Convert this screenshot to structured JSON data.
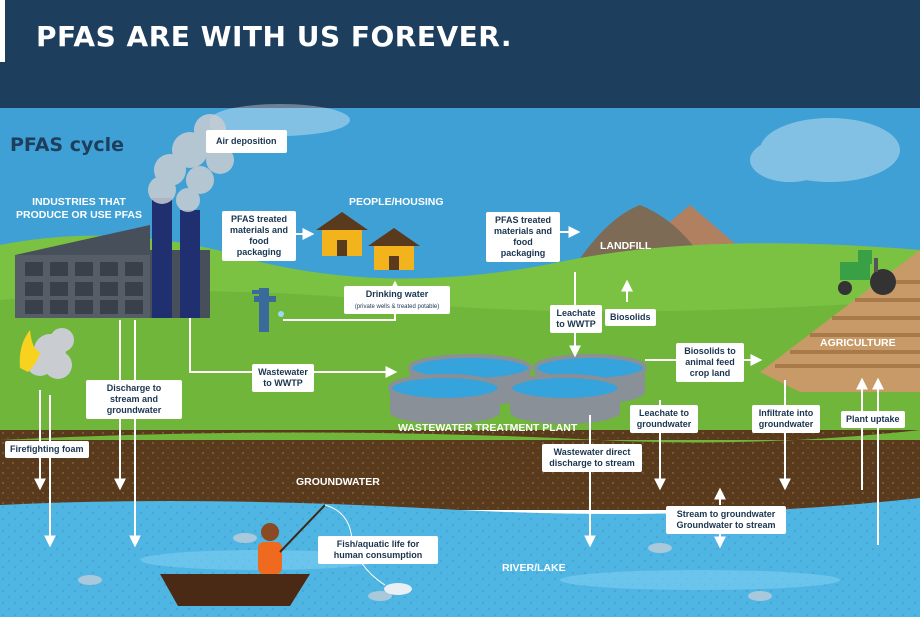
{
  "banner": {
    "title": "PFAS ARE WITH US FOREVER."
  },
  "diagram": {
    "title": "PFAS cycle",
    "nodes": {
      "industries": "INDUSTRIES THAT PRODUCE OR USE PFAS",
      "people_housing": "PEOPLE/HOUSING",
      "landfill": "LANDFILL",
      "wwtp": "WASTEWATER TREATMENT PLANT",
      "agriculture": "AGRICULTURE",
      "groundwater": "GROUNDWATER",
      "river_lake": "RIVER/LAKE"
    },
    "pathways": {
      "air_deposition": "Air deposition",
      "pfas_treated_1": "PFAS treated materials and food packaging",
      "pfas_treated_2": "PFAS treated materials and food packaging",
      "drinking_water": "Drinking water",
      "drinking_water_note": "(private wells & treated potable)",
      "leachate_to_wwtp": "Leachate to WWTP",
      "biosolids": "Biosolids",
      "biosolids_to_feed": "Biosolids to animal feed crop land",
      "wastewater_to_wwtp": "Wastewater to WWTP",
      "discharge_stream_gw": "Discharge to stream and groundwater",
      "firefighting_foam": "Firefighting foam",
      "leachate_to_gw": "Leachate to groundwater",
      "infiltrate_gw": "Infiltrate into groundwater",
      "plant_uptake": "Plant uptake",
      "wastewater_direct": "Wastewater direct discharge to stream",
      "stream_to_gw": "Stream to groundwater",
      "gw_to_stream": "Groundwater to stream",
      "fish_aquatic": "Fish/aquatic life for human consumption"
    }
  },
  "colors": {
    "banner": "#1d3e5c",
    "sky": "#3fa0d6",
    "grass": "#7cc242",
    "groundwater": "#5a3a1c",
    "water": "#4fb5e3",
    "label_text": "#1a3550"
  }
}
